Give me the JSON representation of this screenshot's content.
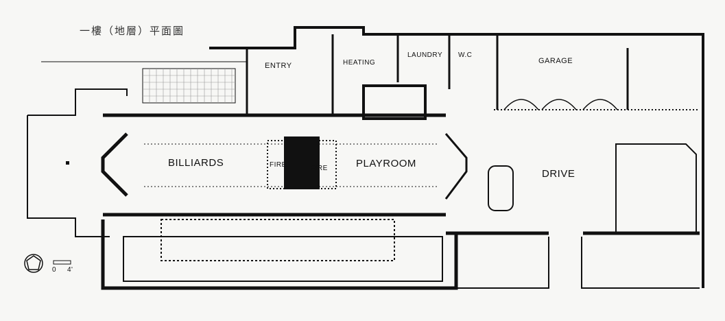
{
  "title": "一樓（地層）平面圖",
  "rooms": {
    "entry": "ENTRY",
    "heating": "HEATING",
    "laundry": "LAUNDRY",
    "wc": "W.C",
    "garage": "GARAGE",
    "billiards": "BILLIARDS",
    "fire_left": "FIRE",
    "fire_right": "FIRE",
    "playroom": "PLAYROOM",
    "drive": "DRIVE"
  },
  "scale": {
    "start": "0",
    "end": "4'"
  },
  "colors": {
    "wall": "#111111",
    "paper": "#f7f7f5"
  }
}
